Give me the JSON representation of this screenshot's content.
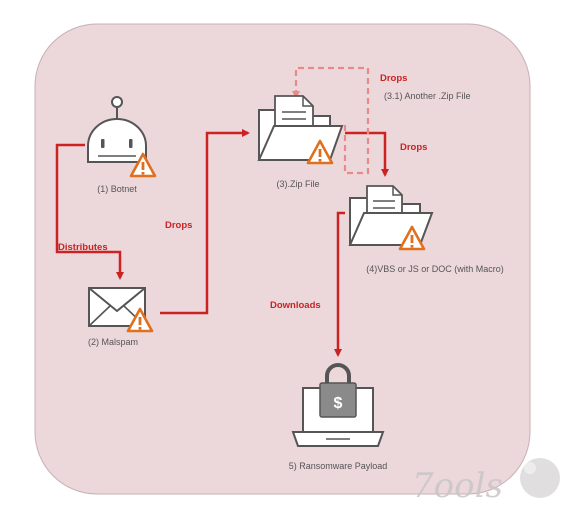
{
  "nodes": {
    "botnet": {
      "label": "(1) Botnet"
    },
    "malspam": {
      "label": "(2) Malspam"
    },
    "zip": {
      "label": "(3).Zip File"
    },
    "another_zip": {
      "label": "(3.1) Another .Zip File"
    },
    "script": {
      "label": "(4)VBS  or JS or DOC  (with Macro)"
    },
    "payload": {
      "label": "5) Ransomware Payload"
    }
  },
  "edges": {
    "distributes": "Distributes",
    "drops_to_zip": "Drops",
    "drops_loop": "Drops",
    "drops_to_script": "Drops",
    "downloads": "Downloads"
  },
  "watermark": {
    "text": "7ools"
  },
  "colors": {
    "background": "#ecd7db",
    "arrow": "#cc2222",
    "arrow_dashed": "#e88a8a",
    "warning": "#e0701e",
    "icon_stroke": "#555555"
  }
}
